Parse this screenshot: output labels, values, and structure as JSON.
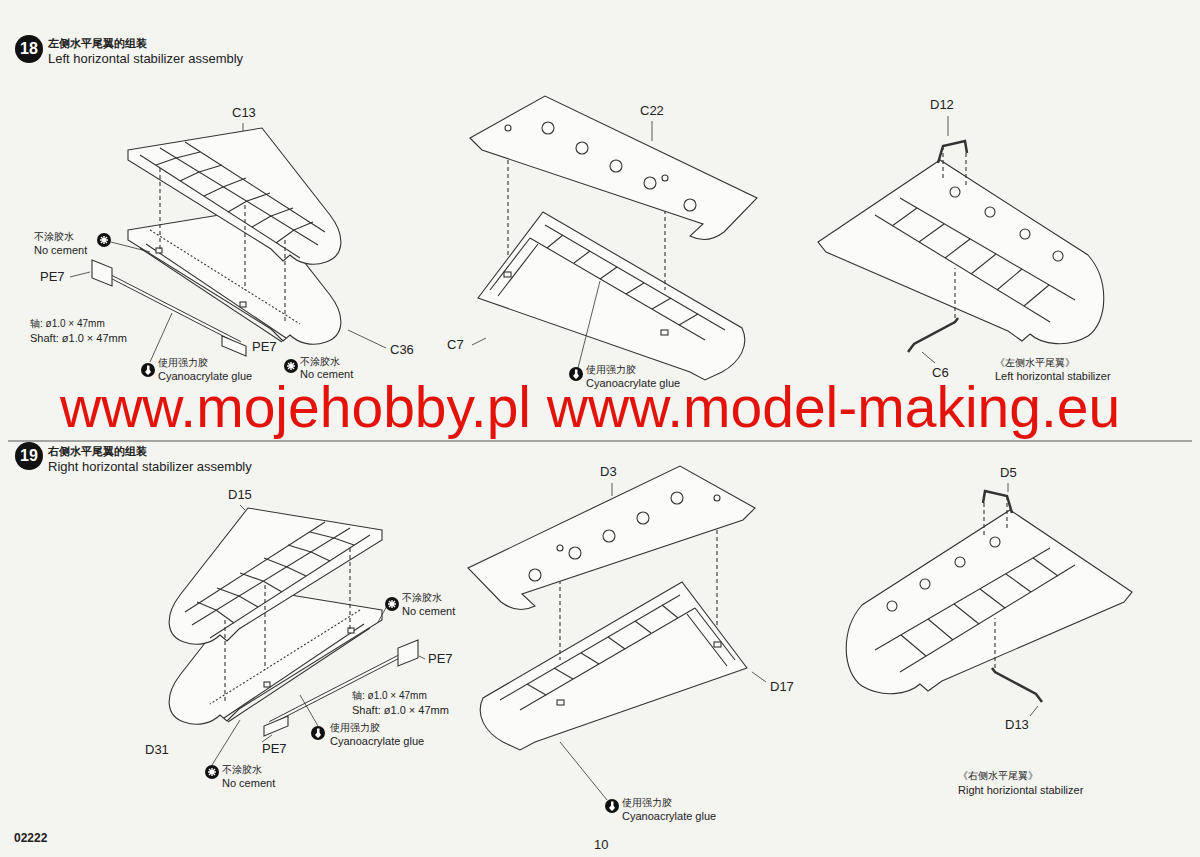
{
  "diagram": {
    "nodes": [
      {
        "text": [
          "18"
        ]
      },
      {
        "text": [
          "19"
        ]
      }
    ],
    "labels": [
      "左侧水平尾翼的组装",
      "Left horizontal stabilizer assembly",
      "C13",
      "不涂胶水",
      "No cement",
      "PE7",
      "轴: ø1.0 × 47mm",
      "Shaft: ø1.0 × 47mm",
      "C36",
      "使用强力胶",
      "Cyanoacrylate glue",
      "PE7",
      "不涂胶水",
      "No cement",
      "C22",
      "C7",
      "使用强力胶",
      "Cyanoacrylate glue",
      "D12",
      "C6",
      "《左侧水平尾翼》",
      "Left horizontal stabilizer",
      "右侧水平尾翼的组装",
      "Right horizontal stabilizer assembly",
      "D15",
      "不涂胶水",
      "No cement",
      "PE7",
      "轴: ø1.0 × 47mm",
      "Shaft: ø1.0 × 47mm",
      "使用强力胶",
      "Cyanoacrylate glue",
      "D31",
      "PE7",
      "不涂胶水",
      "No cement",
      "D3",
      "D17",
      "使用强力胶",
      "Cyanoacrylate glue",
      "D5",
      "D13",
      "《右侧水平尾翼》",
      "Right horiziontal stabilizer",
      "02222",
      "10",
      "www.mojehobby.pl www.model-making.eu"
    ]
  }
}
